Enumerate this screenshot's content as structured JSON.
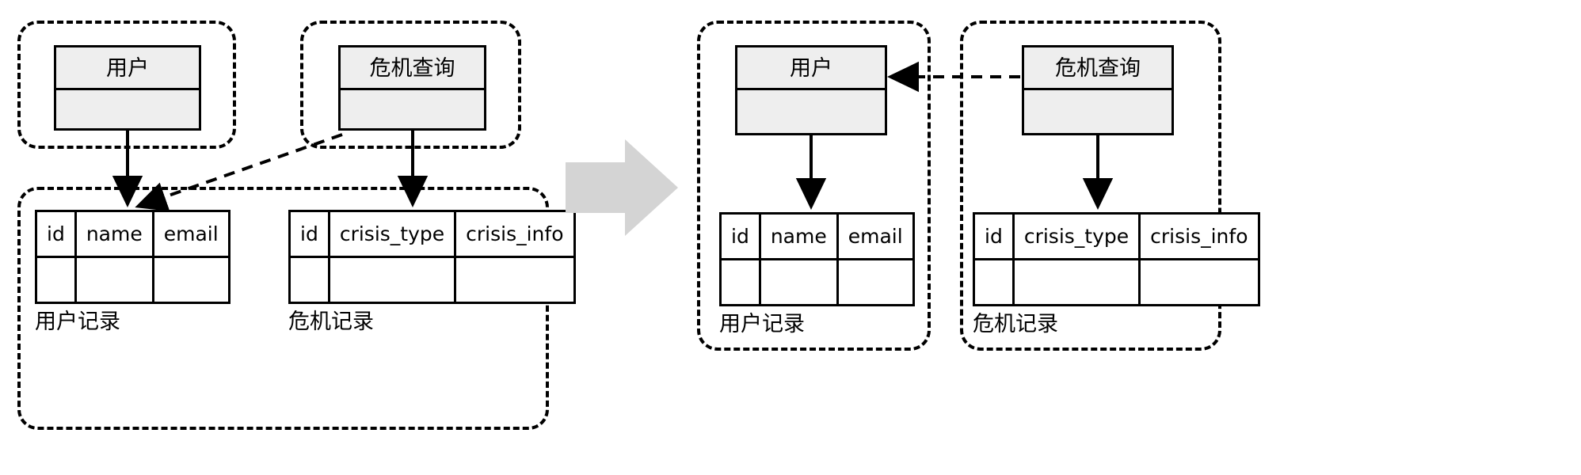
{
  "diagram": {
    "title_visible": false,
    "colors": {
      "stroke": "#000000",
      "entity_fill": "#eeeeee",
      "table_fill": "#ffffff",
      "transform_arrow": "#d4d4d4",
      "background": "#ffffff"
    },
    "before": {
      "entities": [
        {
          "name": "user-entity",
          "title": "用户"
        },
        {
          "name": "crisis-query-entity",
          "title": "危机查询"
        }
      ],
      "tables": [
        {
          "name": "user-record-table",
          "caption": "用户记录",
          "columns": [
            "id",
            "name",
            "email"
          ],
          "rows": [
            [
              "",
              "",
              ""
            ]
          ]
        },
        {
          "name": "crisis-record-table",
          "caption": "危机记录",
          "columns": [
            "id",
            "crisis_type",
            "crisis_info"
          ],
          "rows": [
            [
              "",
              "",
              ""
            ]
          ]
        }
      ],
      "connections": [
        {
          "from": "用户",
          "to": "用户记录",
          "style": "solid"
        },
        {
          "from": "危机查询",
          "to": "危机记录",
          "style": "solid"
        },
        {
          "from": "危机查询",
          "to": "用户记录",
          "style": "dashed"
        }
      ]
    },
    "after": {
      "entities": [
        {
          "name": "user-entity",
          "title": "用户"
        },
        {
          "name": "crisis-query-entity",
          "title": "危机查询"
        }
      ],
      "tables": [
        {
          "name": "user-record-table",
          "caption": "用户记录",
          "columns": [
            "id",
            "name",
            "email"
          ],
          "rows": [
            [
              "",
              "",
              ""
            ]
          ]
        },
        {
          "name": "crisis-record-table",
          "caption": "危机记录",
          "columns": [
            "id",
            "crisis_type",
            "crisis_info"
          ],
          "rows": [
            [
              "",
              "",
              ""
            ]
          ]
        }
      ],
      "connections": [
        {
          "from": "用户",
          "to": "用户记录",
          "style": "solid"
        },
        {
          "from": "危机查询",
          "to": "危机记录",
          "style": "solid"
        },
        {
          "from": "危机查询",
          "to": "用户",
          "style": "dashed"
        }
      ]
    },
    "transform_arrow": {
      "name": "transform-arrow",
      "direction": "right"
    }
  }
}
